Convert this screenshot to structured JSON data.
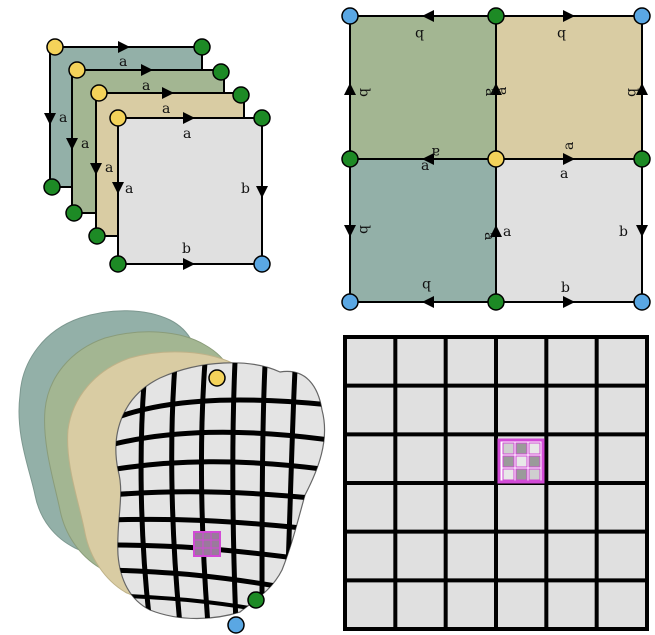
{
  "colors": {
    "teal": "#93b0a8",
    "green": "#a3b692",
    "tan": "#d9cca3",
    "gray": "#e0e0e0",
    "node_yellow": "#f4d35a",
    "node_green": "#1d8a25",
    "node_blue": "#5aa7e3",
    "highlight": "#d24ad6",
    "edge": "#000000"
  },
  "stacked_squares": {
    "labels": {
      "top_1": "a",
      "top_2": "a",
      "top_3": "a",
      "top_4": "a",
      "left_1": "a",
      "left_2": "a",
      "left_3": "a",
      "left_4": "a",
      "right": "b",
      "bottom": "b"
    }
  },
  "unfolded_grid": {
    "labels": {
      "top_left": "b",
      "top_right": "b",
      "left_upper": "b",
      "right_upper": "b",
      "mid_upper_left": "a",
      "mid_upper_right": "a",
      "center_left_top": "a",
      "center_left_bottom": "a",
      "center_right_top": "a",
      "center_right_bottom": "a",
      "left_lower": "b",
      "right_lower": "b",
      "mid_lower_left": "a",
      "mid_lower_right": "a",
      "bottom_left": "b",
      "bottom_right": "b"
    }
  },
  "tile_grid": {
    "rows": 6,
    "cols": 6,
    "highlight_row": 2,
    "highlight_col": 3
  }
}
